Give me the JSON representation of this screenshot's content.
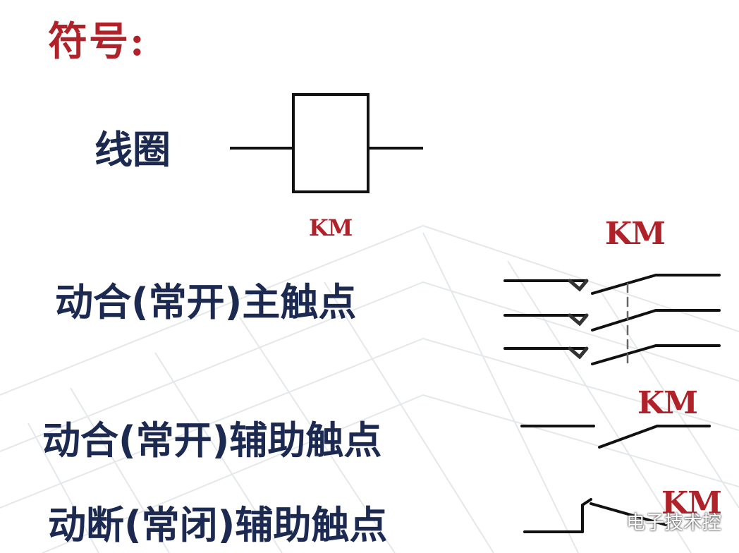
{
  "title": "符号:",
  "items": {
    "coil": {
      "label": "线圈"
    },
    "main_contact": {
      "label": "动合(常开)主触点",
      "designator": "KM"
    },
    "aux_no_contact": {
      "label": "动合(常开)辅助触点",
      "designator": "KM"
    },
    "aux_nc_contact": {
      "label": "动断(常闭)辅助触点",
      "designator": "KM"
    },
    "coil_designator": "KM"
  },
  "watermark": {
    "text": "电子技术控",
    "icon": "wechat-icon"
  },
  "colors": {
    "title": "#b0222a",
    "label": "#1c2a52",
    "designator": "#b0222a",
    "line": "#111111"
  }
}
